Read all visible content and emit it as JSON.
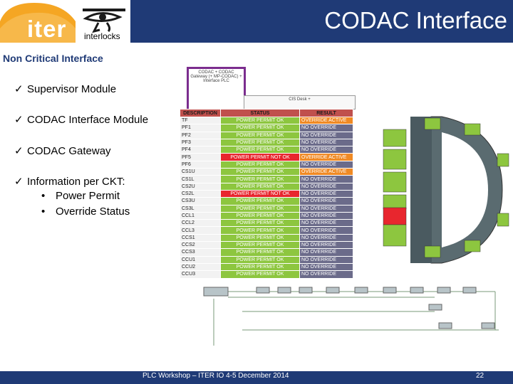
{
  "header": {
    "title": "CODAC Interface",
    "logo_text": "iter",
    "interlocks_text": "interlocks"
  },
  "section_heading": "Non Critical Interface",
  "bullets": [
    "Supervisor Module",
    "CODAC Interface Module",
    "CODAC Gateway",
    "Information per CKT:"
  ],
  "sub_bullets": [
    "Power Permit",
    "Override Status"
  ],
  "diagram": {
    "box1": "CODAC + CODAC Gateway (+ MP-CODAC) + Interface PLC",
    "box2": "CIS Desk +"
  },
  "table": {
    "headers": [
      "DESCRIPTION",
      "STATUS",
      "RESULT"
    ],
    "rows": [
      [
        "TF",
        "POWER PERMIT OK",
        "OVERRIDE ACTIVE"
      ],
      [
        "PF1",
        "POWER PERMIT OK",
        "NO OVERRIDE"
      ],
      [
        "PF2",
        "POWER PERMIT OK",
        "NO OVERRIDE"
      ],
      [
        "PF3",
        "POWER PERMIT OK",
        "NO OVERRIDE"
      ],
      [
        "PF4",
        "POWER PERMIT OK",
        "NO OVERRIDE"
      ],
      [
        "PF5",
        "POWER PERMIT NOT OK",
        "OVERRIDE ACTIVE"
      ],
      [
        "PF6",
        "POWER PERMIT OK",
        "NO OVERRIDE"
      ],
      [
        "CS1U",
        "POWER PERMIT OK",
        "OVERRIDE ACTIVE"
      ],
      [
        "CS1L",
        "POWER PERMIT OK",
        "NO OVERRIDE"
      ],
      [
        "CS2U",
        "POWER PERMIT OK",
        "NO OVERRIDE"
      ],
      [
        "CS2L",
        "POWER PERMIT NOT OK",
        "NO OVERRIDE"
      ],
      [
        "CS3U",
        "POWER PERMIT OK",
        "NO OVERRIDE"
      ],
      [
        "CS3L",
        "POWER PERMIT OK",
        "NO OVERRIDE"
      ],
      [
        "CCL1",
        "POWER PERMIT OK",
        "NO OVERRIDE"
      ],
      [
        "CCL2",
        "POWER PERMIT OK",
        "NO OVERRIDE"
      ],
      [
        "CCL3",
        "POWER PERMIT OK",
        "NO OVERRIDE"
      ],
      [
        "CCS1",
        "POWER PERMIT OK",
        "NO OVERRIDE"
      ],
      [
        "CCS2",
        "POWER PERMIT OK",
        "NO OVERRIDE"
      ],
      [
        "CCS3",
        "POWER PERMIT OK",
        "NO OVERRIDE"
      ],
      [
        "CCU1",
        "POWER PERMIT OK",
        "NO OVERRIDE"
      ],
      [
        "CCU2",
        "POWER PERMIT OK",
        "NO OVERRIDE"
      ],
      [
        "CCU3",
        "POWER PERMIT OK",
        "NO OVERRIDE"
      ]
    ]
  },
  "colors": {
    "brand_blue": "#1f3a76",
    "ok": "#8dc63f",
    "not_ok": "#e8262e",
    "no_override": "#6b6b8a",
    "override_active": "#f08a24",
    "header_red": "#c0504d",
    "orange_logo": "#f5a623"
  },
  "footer": {
    "text": "PLC Workshop – ITER IO 4-5 December 2014",
    "page": "22"
  }
}
